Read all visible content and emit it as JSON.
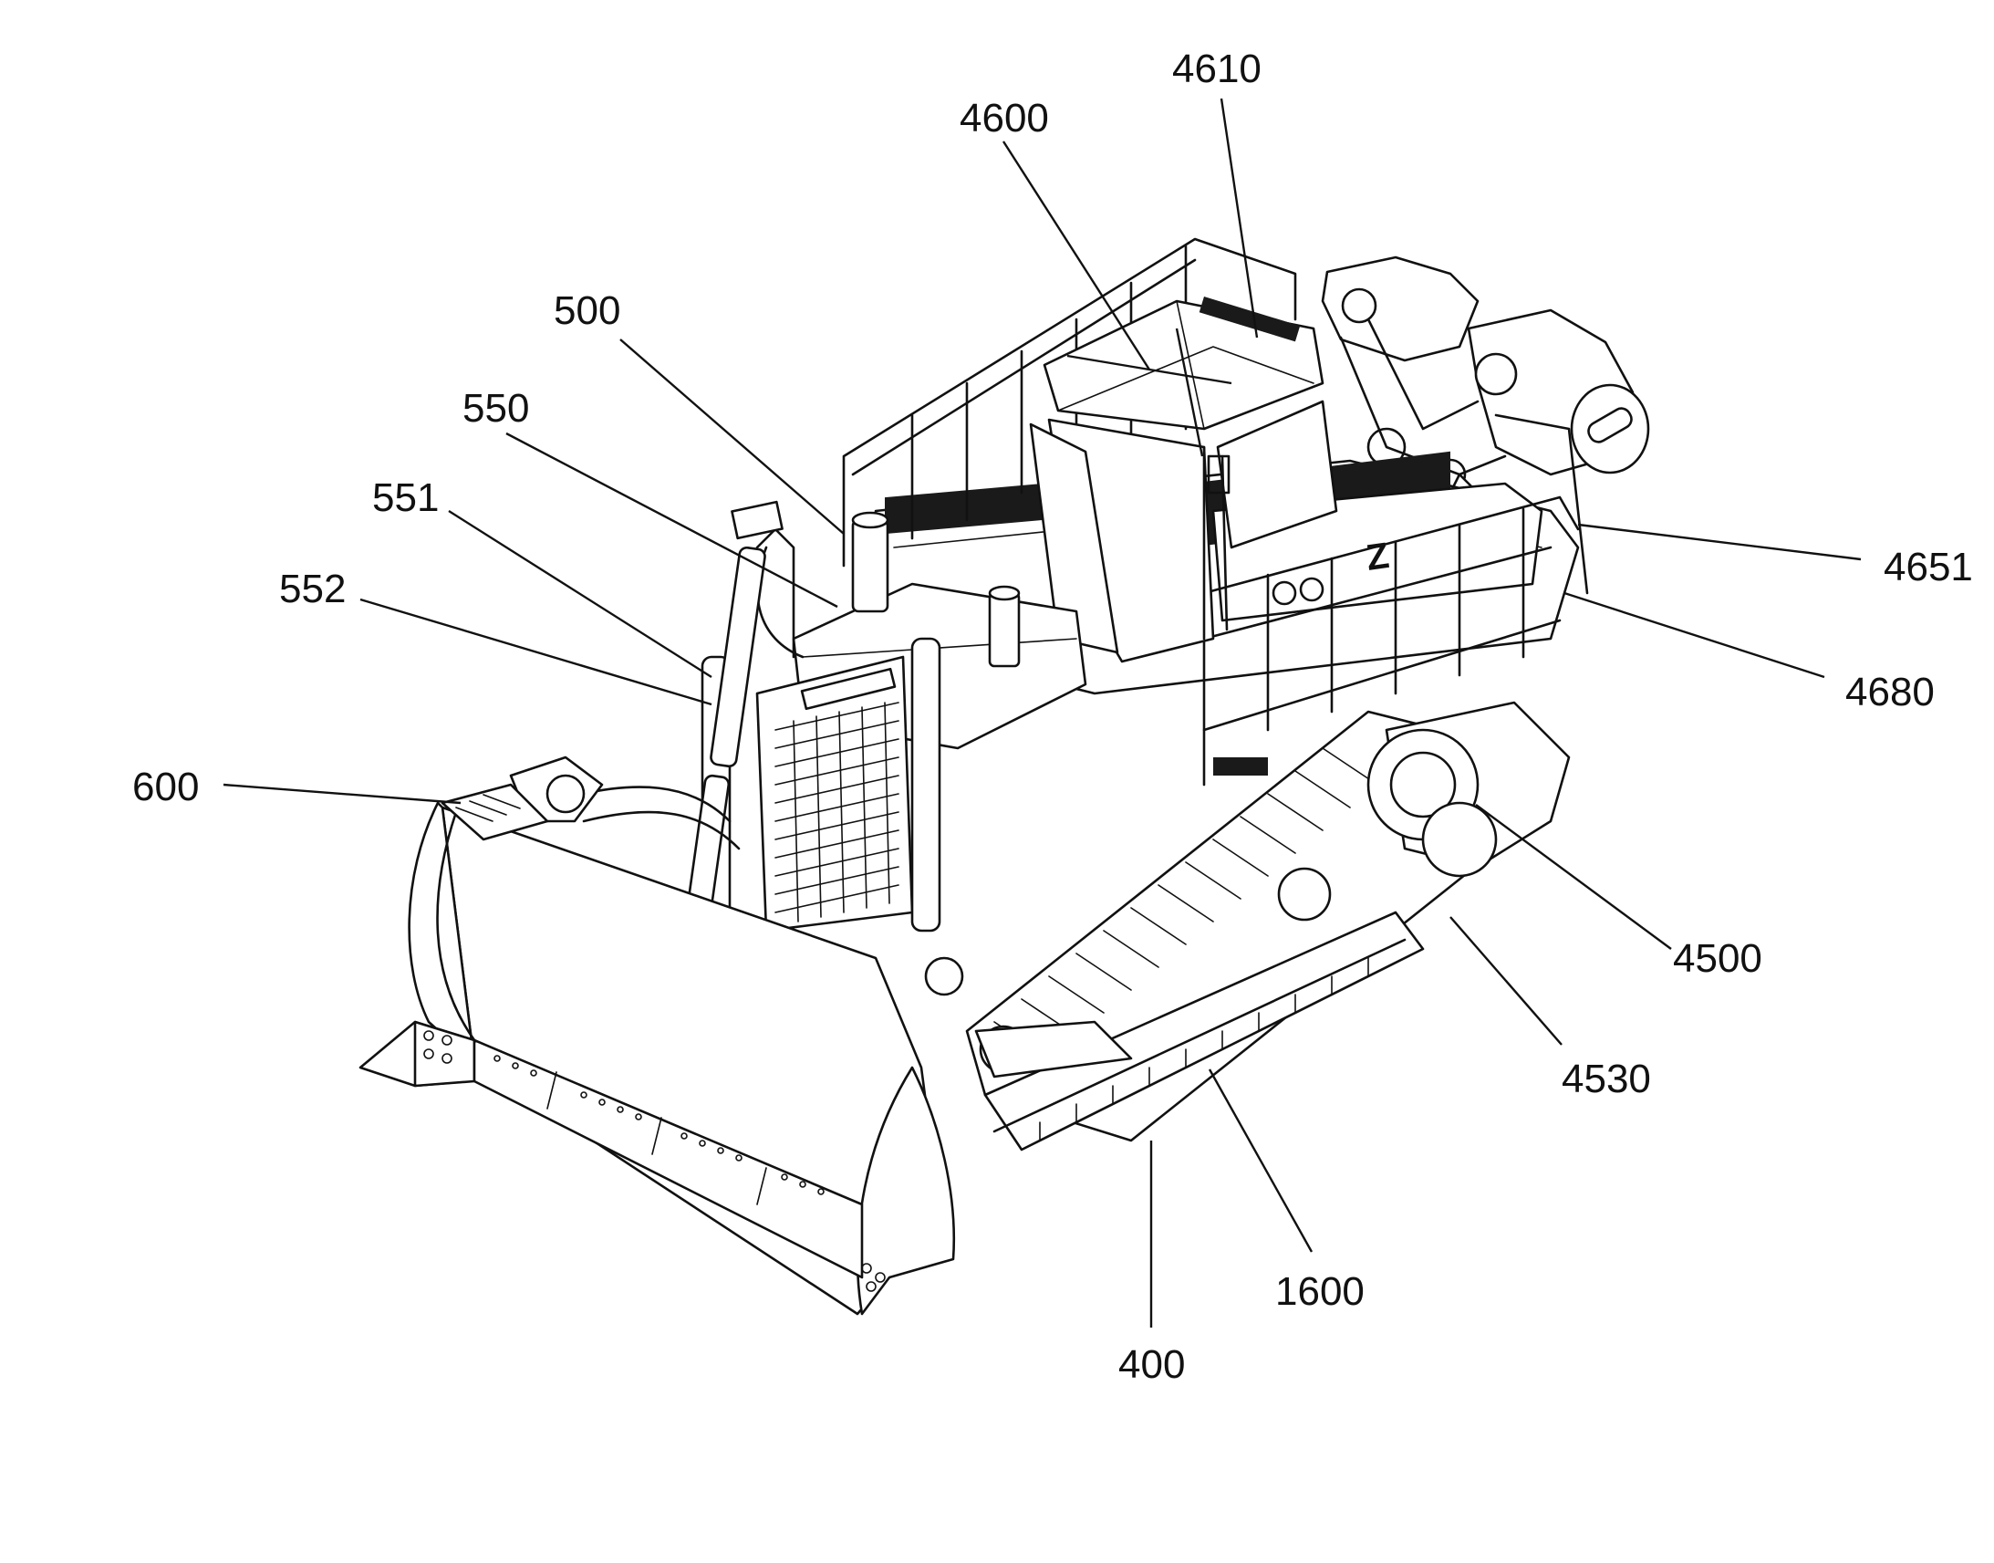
{
  "figure": {
    "labels": [
      {
        "id": "4610",
        "text": "4610"
      },
      {
        "id": "4600",
        "text": "4600"
      },
      {
        "id": "500",
        "text": "500"
      },
      {
        "id": "550",
        "text": "550"
      },
      {
        "id": "551",
        "text": "551"
      },
      {
        "id": "552",
        "text": "552"
      },
      {
        "id": "600",
        "text": "600"
      },
      {
        "id": "4651",
        "text": "4651"
      },
      {
        "id": "4680",
        "text": "4680"
      },
      {
        "id": "4500",
        "text": "4500"
      },
      {
        "id": "4530",
        "text": "4530"
      },
      {
        "id": "1600",
        "text": "1600"
      },
      {
        "id": "400",
        "text": "400"
      }
    ]
  }
}
